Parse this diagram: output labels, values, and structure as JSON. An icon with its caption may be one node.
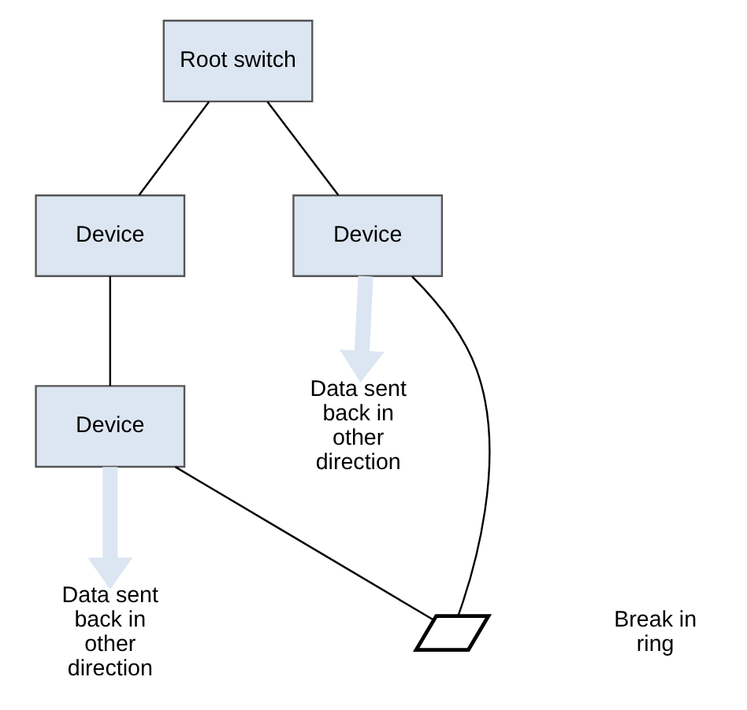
{
  "diagram": {
    "nodes": [
      {
        "text": [
          "Root switch"
        ]
      },
      {
        "text": [
          "Device"
        ]
      },
      {
        "text": [
          "Device"
        ]
      },
      {
        "text": [
          "Device"
        ]
      },
      {
        "text": [
          "Data sent back in other direction"
        ]
      },
      {
        "text": [
          "Data sent back in other direction"
        ]
      },
      {
        "text": [],
        "shape": "zigzag"
      }
    ],
    "edges": [
      {
        "from": 0,
        "to": 1,
        "arrow": "none"
      },
      {
        "from": 0,
        "to": 2,
        "arrow": "none"
      },
      {
        "from": 1,
        "to": 3,
        "arrow": "none"
      },
      {
        "from": 2,
        "to": 6,
        "arrow": "none"
      },
      {
        "from": 3,
        "to": 6,
        "arrow": "none"
      },
      {
        "from": 2,
        "to": 4,
        "arrow": "to",
        "style": "thick",
        "color": "#dce6f2"
      },
      {
        "from": 3,
        "to": 5,
        "arrow": "to",
        "style": "thick",
        "color": "#dce6f2"
      }
    ],
    "labels": [
      "Break in ring"
    ]
  }
}
